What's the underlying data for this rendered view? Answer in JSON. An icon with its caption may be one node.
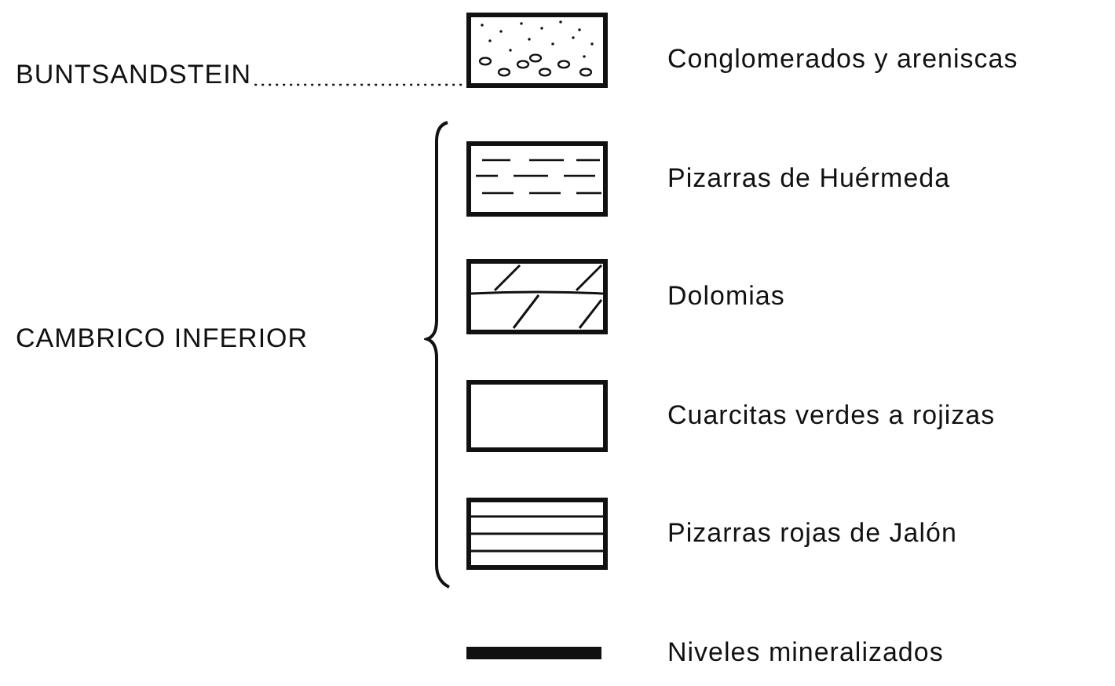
{
  "diagram": {
    "nodes": [
      {
        "text": [
          "BUNTSANDSTEIN"
        ]
      },
      {
        "text": [],
        "shape": "box"
      }
    ],
    "edges": [
      {
        "from": 0,
        "to": 1,
        "arrow": "none",
        "style": "dashed"
      }
    ],
    "labels": [
      "CAMBRICO INFERIOR"
    ],
    "legend": [
      {
        "text": "Conglomerados y areniscas"
      },
      {
        "text": "Pizarras de Huérmeda"
      },
      {
        "text": "Dolomias"
      },
      {
        "text": "Cuarcitas verdes a rojizas"
      },
      {
        "text": "Pizarras rojas de Jalón"
      },
      {
        "text": "Niveles mineralizados"
      }
    ]
  }
}
